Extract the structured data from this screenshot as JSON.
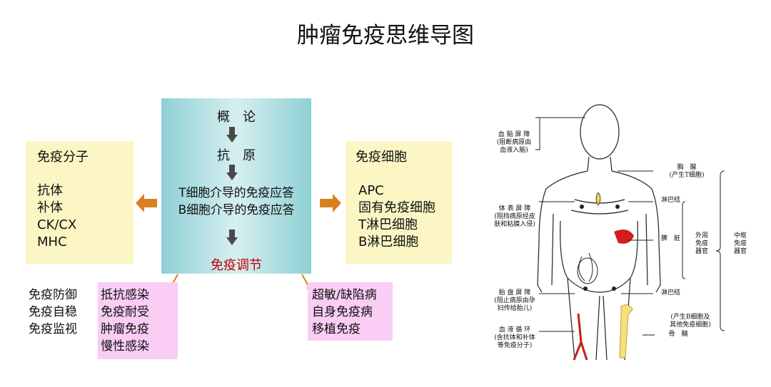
{
  "title": "肿瘤免疫思维导图",
  "center": {
    "row1": "概　论",
    "row2": "抗　原",
    "row3": "T细胞介导的免疫应答",
    "row4": "B细胞介导的免疫应答",
    "row5": "免疫调节"
  },
  "left_box": {
    "heading": "免疫分子",
    "items": [
      "抗体",
      "补体",
      "CK/CX",
      "MHC"
    ]
  },
  "right_box": {
    "heading": "免疫细胞",
    "items": [
      "APC",
      "固有免疫细胞",
      "T淋巴细胞",
      "B淋巴细胞"
    ]
  },
  "functions": [
    "免疫防御",
    "免疫自稳",
    "免疫监视"
  ],
  "pink_left": [
    "抵抗感染",
    "免疫耐受",
    "肿瘤免疫",
    "慢性感染"
  ],
  "pink_right": [
    "超敏/缺陷病",
    "自身免疫病",
    "移植免疫"
  ],
  "figure": {
    "bbb": [
      "血 脑 屏 障",
      "(阻断病原由",
      "血液入脑)"
    ],
    "thymus": [
      "胸　腺",
      "(产生T细胞)"
    ],
    "lymph1": "淋巴结",
    "skin": [
      "体 表 屏 障",
      "(阻挡病原经皮",
      "肤和粘膜入侵)"
    ],
    "spleen": "脾　脏",
    "peripheral": [
      "外周",
      "免疫",
      "器官"
    ],
    "central": [
      "中枢",
      "免疫",
      "器官"
    ],
    "placenta": [
      "胎 盘 屏 障",
      "(阻止病原由孕",
      "妇传给胎儿)"
    ],
    "lymph2": "淋巴结",
    "bone_note": [
      "(产生B细胞及",
      "其他免疫细胞)"
    ],
    "blood": [
      "血 液 循 环",
      "(含抗体和补体",
      "等免疫分子)"
    ],
    "marrow": "骨　髓"
  }
}
